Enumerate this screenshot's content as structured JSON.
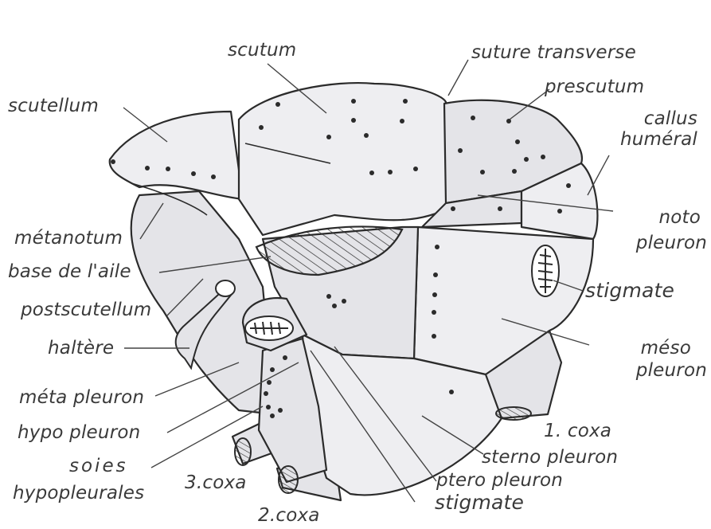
{
  "labels": {
    "scutum": "scutum",
    "suture_transverse": "suture transverse",
    "prescutum": "prescutum",
    "callus_line1": "callus",
    "callus_line2": "huméral",
    "scutellum": "scutellum",
    "noto_line1": "noto",
    "noto_line2": "pleuron",
    "metanotum": "métanotum",
    "base_aile": "base de l'aile",
    "stigmate_right": "stigmate",
    "postscutellum": "postscutellum",
    "meso_line1": "méso",
    "meso_line2": "pleuron",
    "haltere": "haltère",
    "meta_pleuron": "méta pleuron",
    "coxa1": "1. coxa",
    "hypo_pleuron": "hypo pleuron",
    "sterno_pleuron": "sterno pleuron",
    "soies_line1": "soies",
    "soies_line2": "hypopleurales",
    "coxa3": "3.coxa",
    "ptero_pleuron": "ptero pleuron",
    "stigmate_bottom": "stigmate",
    "coxa2": "2.coxa"
  },
  "colors": {
    "body_fill": "#e4e4e8",
    "body_fill_light": "#eeeef1",
    "outline": "#2b2b2b",
    "label_text": "#3a3a3a",
    "leader_line": "#444444"
  }
}
